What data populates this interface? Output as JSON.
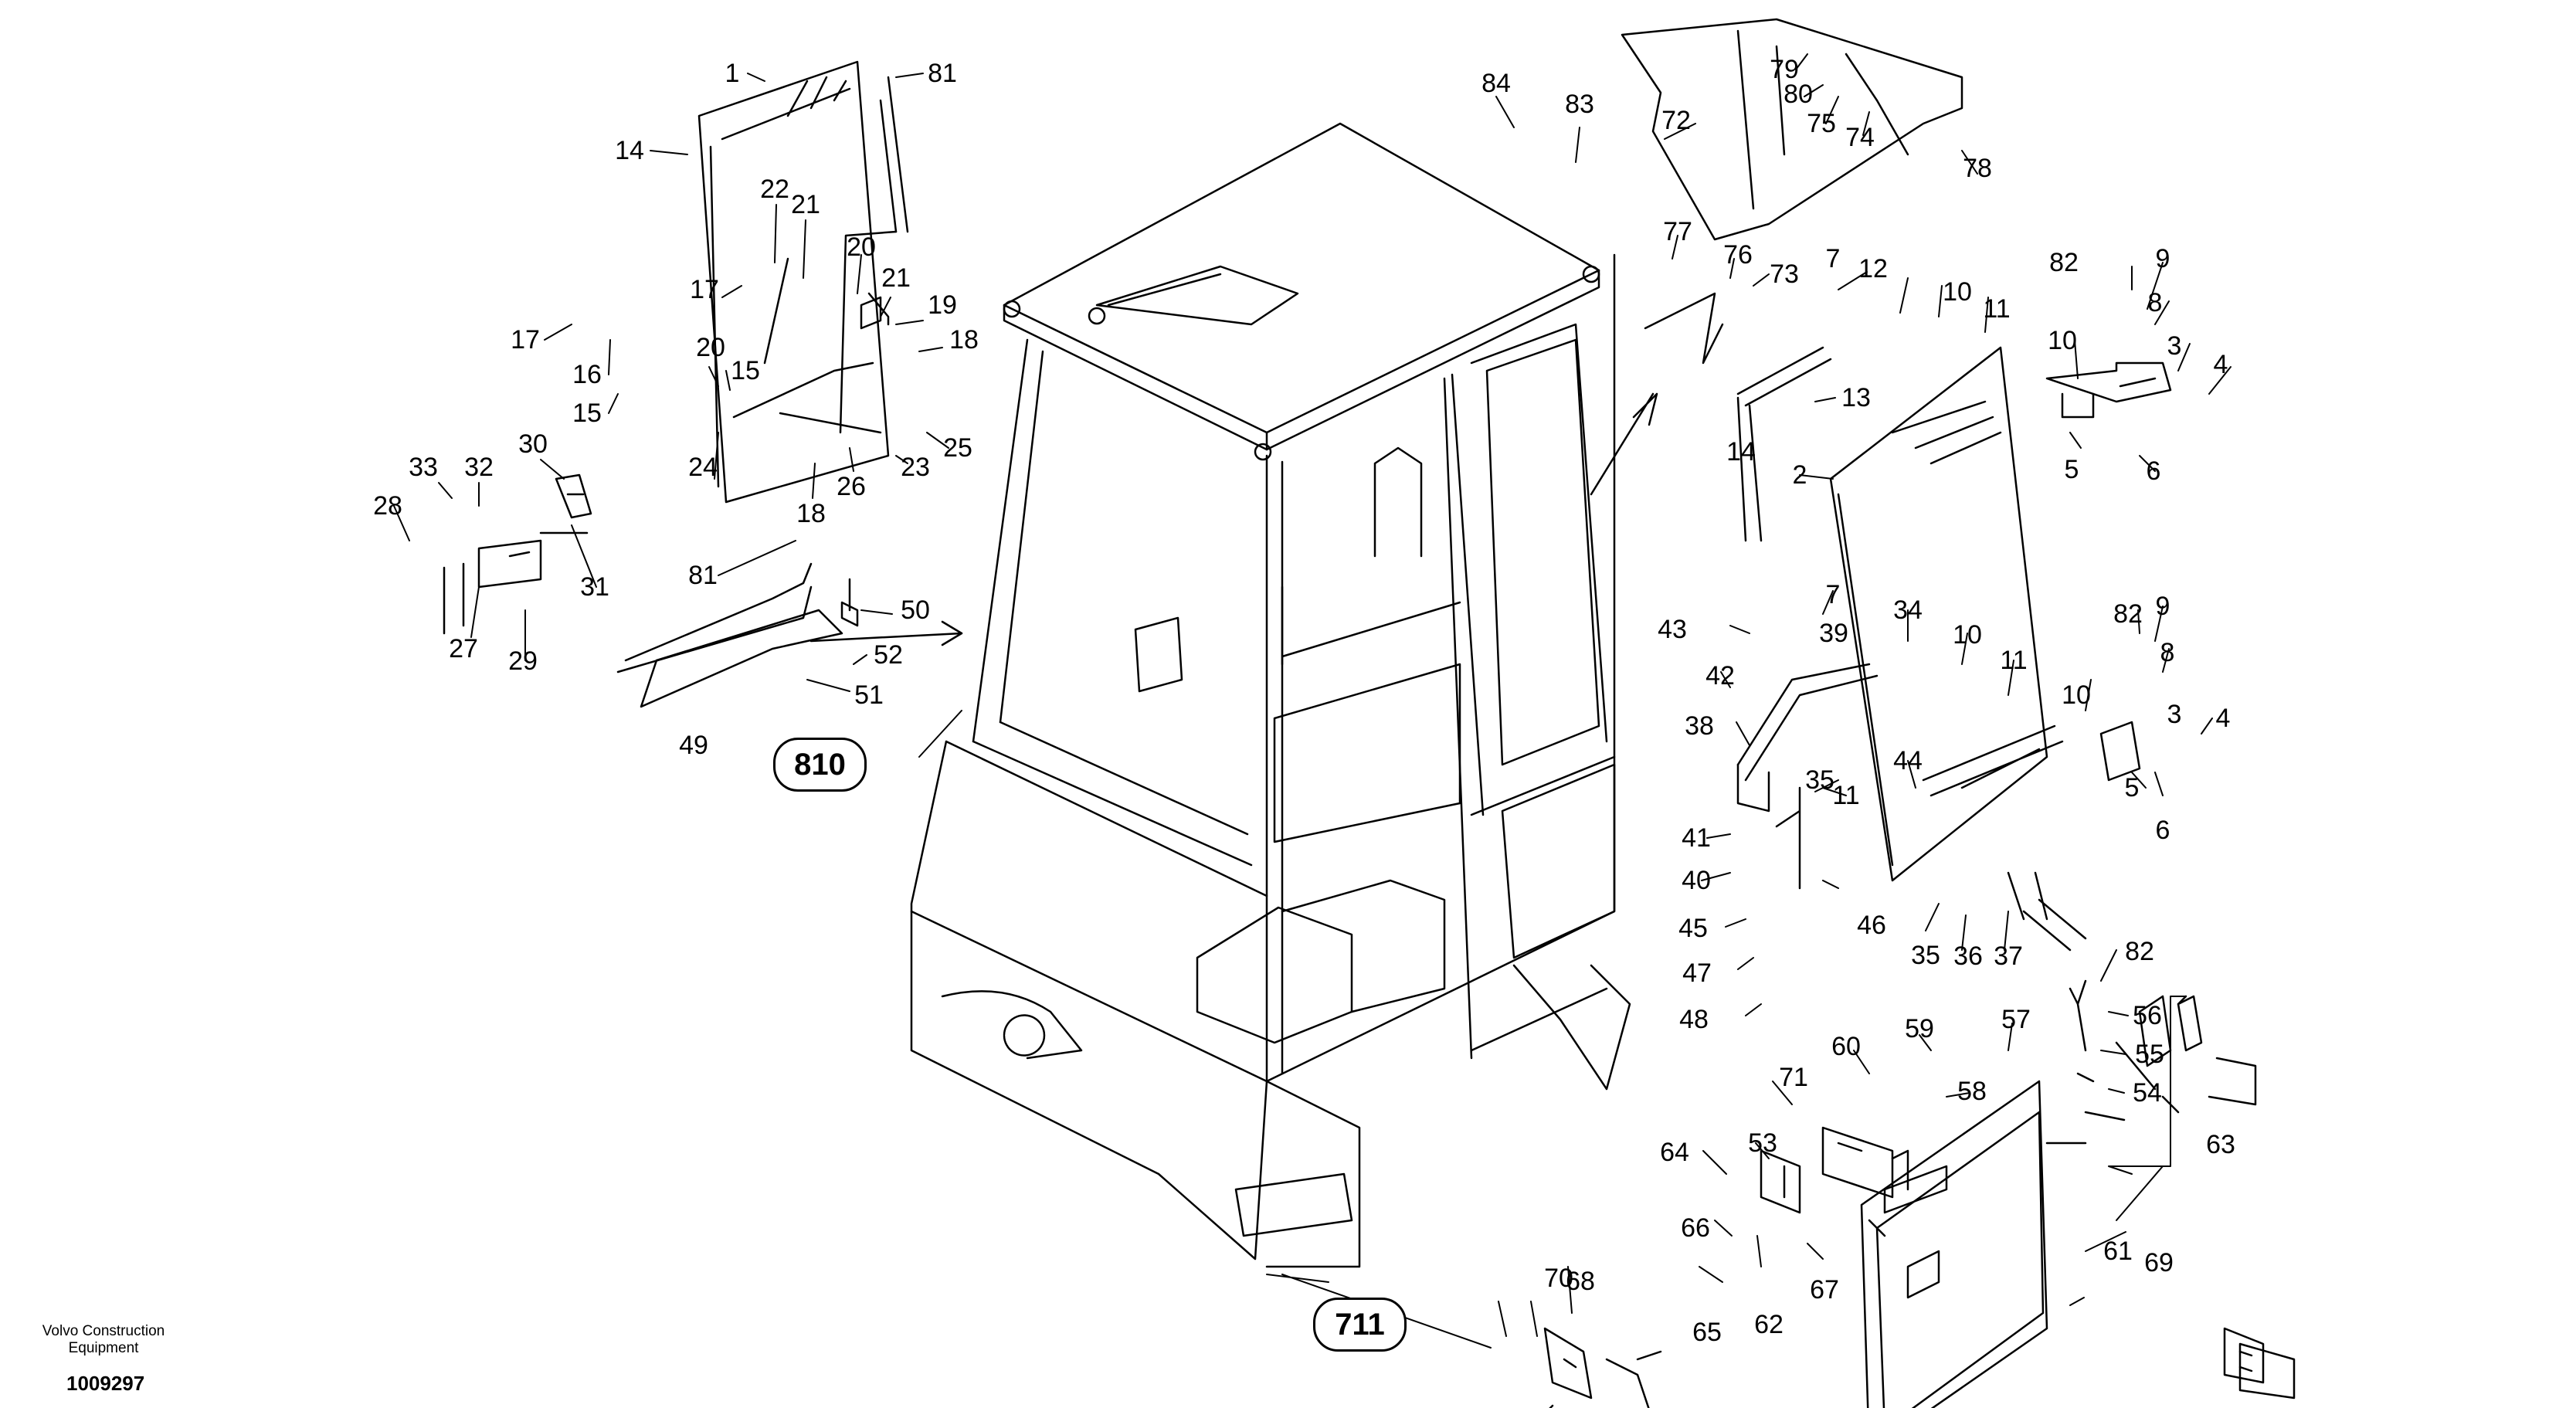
{
  "diagram": {
    "labels": [
      "1",
      "81",
      "14",
      "22",
      "21",
      "17",
      "20",
      "21",
      "19",
      "18",
      "17",
      "16",
      "15",
      "20",
      "15",
      "24",
      "18",
      "26",
      "23",
      "25",
      "33",
      "32",
      "30",
      "28",
      "31",
      "27",
      "29",
      "81",
      "50",
      "52",
      "51",
      "49",
      "84",
      "83",
      "72",
      "79",
      "80",
      "75",
      "74",
      "78",
      "77",
      "76",
      "73",
      "7",
      "12",
      "10",
      "11",
      "82",
      "9",
      "8",
      "3",
      "4",
      "10",
      "5",
      "6",
      "13",
      "14",
      "2",
      "7",
      "34",
      "10",
      "11",
      "82",
      "9",
      "8",
      "3",
      "4",
      "10",
      "5",
      "6",
      "43",
      "39",
      "42",
      "38",
      "35",
      "44",
      "11",
      "41",
      "40",
      "46",
      "45",
      "35",
      "36",
      "37",
      "47",
      "48",
      "82",
      "56",
      "55",
      "54",
      "57",
      "59",
      "60",
      "58",
      "71",
      "53",
      "63",
      "64",
      "66",
      "67",
      "65",
      "62",
      "61",
      "69",
      "70",
      "68"
    ],
    "callouts": [
      "810",
      "711"
    ]
  },
  "footer": {
    "company_line1": "Volvo Construction",
    "company_line2": "Equipment",
    "doc_number": "1009297"
  }
}
